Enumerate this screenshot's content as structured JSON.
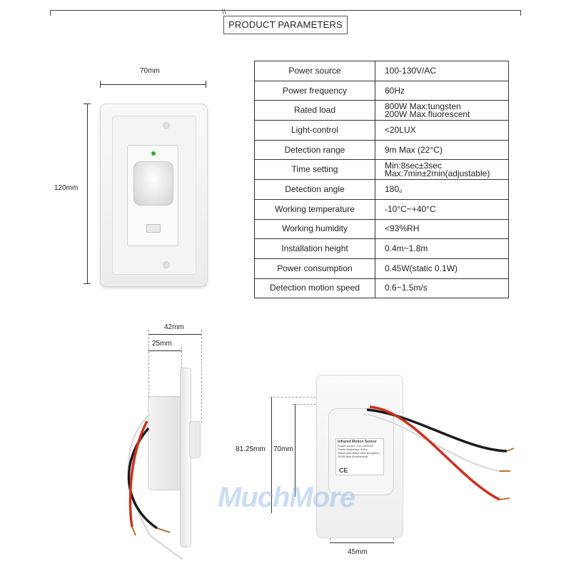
{
  "header": {
    "title": "PRODUCT PARAMETERS"
  },
  "params": [
    {
      "label": "Power source",
      "value": "100-130V/AC"
    },
    {
      "label": "Power frequency",
      "value": "60Hz"
    },
    {
      "label": "Rated load",
      "value": "800W Max:tungsten",
      "value2": "200W Max.fluorescent"
    },
    {
      "label": "Light-control",
      "value": "<20LUX"
    },
    {
      "label": "Detection range",
      "value": "9m Max (22°C)"
    },
    {
      "label": "Time setting",
      "value": "Min:8sec±3sec",
      "value2": "Max:7min±2min(adjustable)"
    },
    {
      "label": "Detection angle",
      "value": "180。"
    },
    {
      "label": "Working temperature",
      "value": "-10°C~+40°C"
    },
    {
      "label": "Working humidity",
      "value": "<93%RH"
    },
    {
      "label": "Installation height",
      "value": "0.4m~1.8m"
    },
    {
      "label": "Power consumption",
      "value": "0.45W(static 0.1W)"
    },
    {
      "label": "Detection motion speed",
      "value": "0.6~1.5m/s"
    }
  ],
  "dimensions": {
    "front_width": "70mm",
    "front_height": "120mm",
    "side_depth_total": "42mm",
    "side_depth_body": "25mm",
    "back_height_outer": "81.25mm",
    "back_height_inner": "70mm",
    "back_width": "45mm"
  },
  "label_card": {
    "title": "Infrared Motion Sensor",
    "lines": [
      "Power source: 100-130V/AC",
      "Power frequency: 60Hz",
      "Rated load:800W Max.(tungsten)",
      "200W Max.(fluorescent)"
    ],
    "mark": "CE"
  },
  "watermark": "MuchMore",
  "colors": {
    "led": "#2fae2f",
    "wire_black": "#1a1a1a",
    "wire_red": "#d0301e",
    "wire_white": "#f2f2f2",
    "wire_tip": "#b87333",
    "watermark": "#8cb4eb"
  }
}
